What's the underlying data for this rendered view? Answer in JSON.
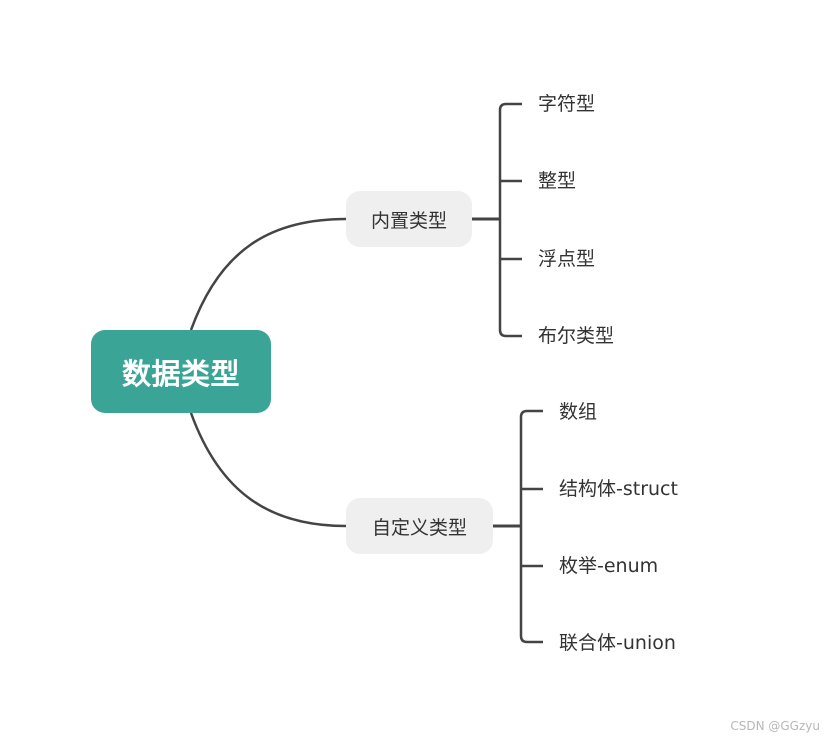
{
  "root": {
    "label": "数据类型"
  },
  "branches": [
    {
      "label": "内置类型",
      "children": [
        "字符型",
        "整型",
        "浮点型",
        "布尔类型"
      ]
    },
    {
      "label": "自定义类型",
      "children": [
        "数组",
        "结构体-struct",
        "枚举-enum",
        "联合体-union"
      ]
    }
  ],
  "watermark": "CSDN @GGzyu",
  "colors": {
    "root_fill": "#3aa597",
    "branch_fill": "#efefef",
    "line": "#444444",
    "text": "#333333"
  }
}
